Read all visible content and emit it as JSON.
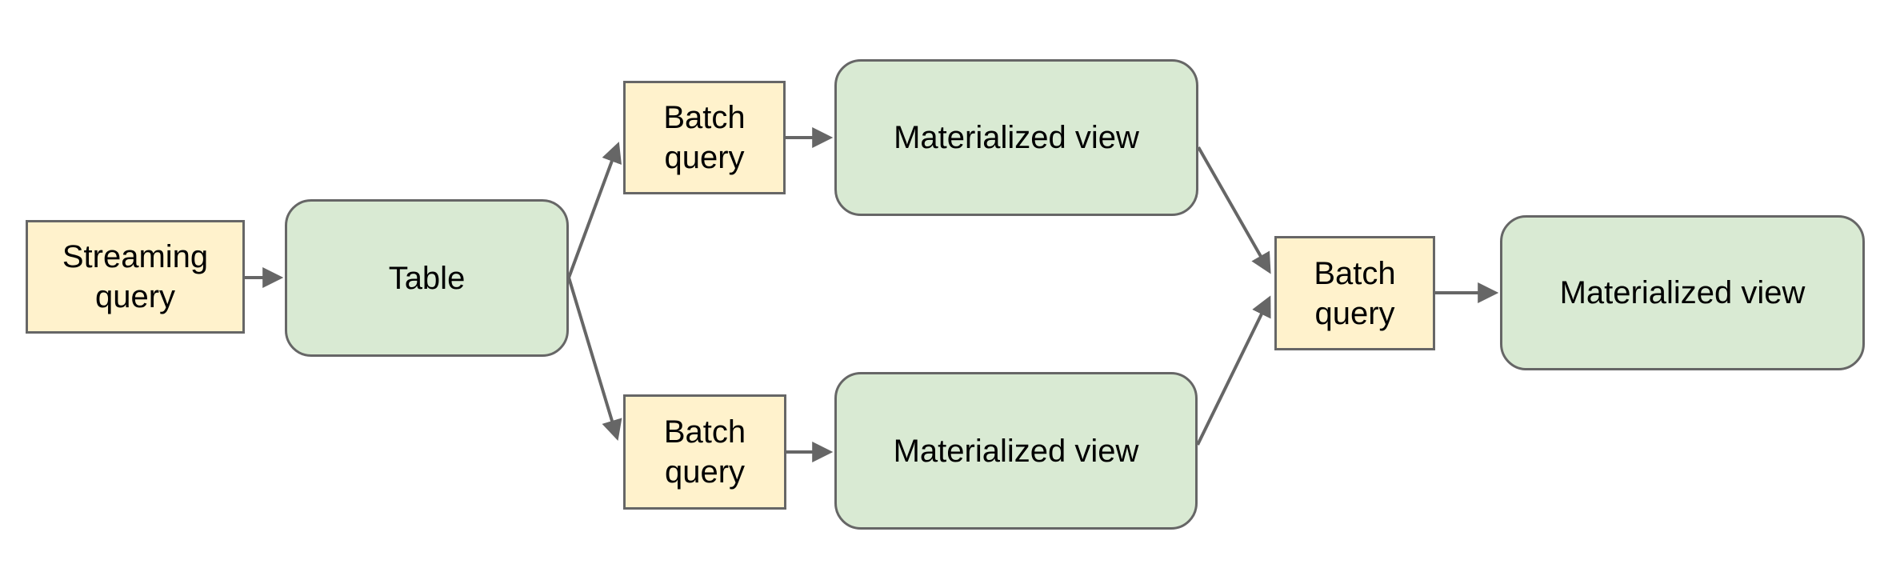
{
  "diagram": {
    "colors": {
      "query_fill": "#fff2cc",
      "view_fill": "#d9ead3",
      "stroke": "#666666",
      "text": "#000000",
      "background": "#ffffff"
    },
    "nodes": {
      "streaming_query": {
        "label": "Streaming query",
        "kind": "query"
      },
      "table": {
        "label": "Table",
        "kind": "table"
      },
      "batch_query_top": {
        "label": "Batch query",
        "kind": "query"
      },
      "materialized_view_top": {
        "label": "Materialized view",
        "kind": "view"
      },
      "batch_query_bottom": {
        "label": "Batch query",
        "kind": "query"
      },
      "materialized_view_bottom": {
        "label": "Materialized view",
        "kind": "view"
      },
      "batch_query_right": {
        "label": "Batch query",
        "kind": "query"
      },
      "materialized_view_final": {
        "label": "Materialized view",
        "kind": "view"
      }
    },
    "edges": [
      {
        "from": "streaming_query",
        "to": "table"
      },
      {
        "from": "table",
        "to": "batch_query_top"
      },
      {
        "from": "table",
        "to": "batch_query_bottom"
      },
      {
        "from": "batch_query_top",
        "to": "materialized_view_top"
      },
      {
        "from": "batch_query_bottom",
        "to": "materialized_view_bottom"
      },
      {
        "from": "materialized_view_top",
        "to": "batch_query_right"
      },
      {
        "from": "materialized_view_bottom",
        "to": "batch_query_right"
      },
      {
        "from": "batch_query_right",
        "to": "materialized_view_final"
      }
    ]
  }
}
